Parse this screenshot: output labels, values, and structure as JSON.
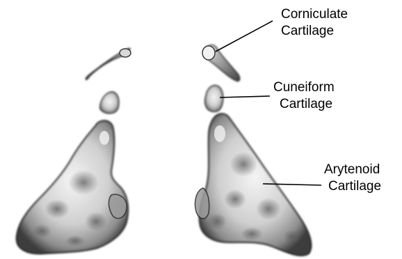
{
  "labels": {
    "corniculate": {
      "line1": "Corniculate",
      "line2": "Cartilage"
    },
    "cuneiform": {
      "line1": "Cuneiform",
      "line2": "Cartilage"
    },
    "arytenoid": {
      "line1": "Arytenoid",
      "line2": "Cartilage"
    }
  },
  "colors": {
    "background": "#ffffff",
    "text": "#000000",
    "shape_light": "#f2f2f2",
    "shape_mid": "#b5b5b5",
    "shape_dark": "#3a3a3a"
  }
}
